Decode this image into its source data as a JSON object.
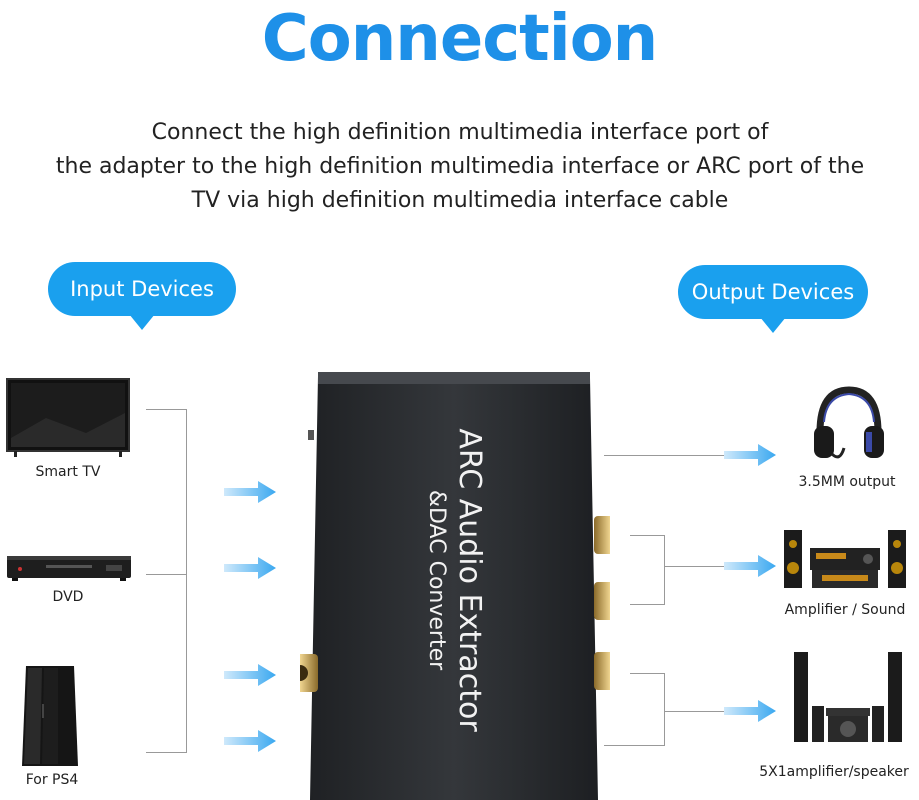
{
  "title": "Connection",
  "description": {
    "line1": "Connect the high definition multimedia interface port of",
    "line2": "the adapter to the high definition multimedia interface or ARC port of the",
    "line3": "TV via high definition multimedia interface cable"
  },
  "input_bubble": "Input Devices",
  "output_bubble": "Output Devices",
  "inputs": [
    {
      "label": "Smart TV",
      "icon": "tv-icon"
    },
    {
      "label": "DVD",
      "icon": "dvd-player-icon"
    },
    {
      "label": "For PS4",
      "icon": "ps4-console-icon"
    }
  ],
  "outputs": [
    {
      "label": "3.5MM output",
      "icon": "headphones-icon"
    },
    {
      "label": "Amplifier / Sound",
      "icon": "amplifier-icon"
    },
    {
      "label": "5X1amplifier/speaker",
      "icon": "speaker-system-icon"
    }
  ],
  "device": {
    "line1": "ARC Audio Extractor",
    "line2": "&DAC Converter"
  },
  "colors": {
    "accent": "#1e90e8",
    "bubble": "#1aa0ee",
    "arrow": "#3aa8f0",
    "device_body": "#2b2d31"
  }
}
